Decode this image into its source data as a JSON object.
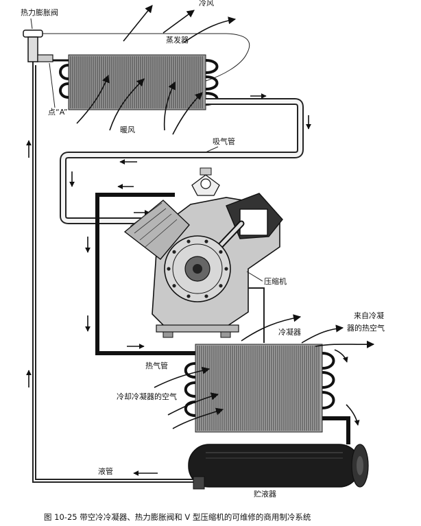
{
  "labels": {
    "expansion_valve": "热力膨胀阀",
    "cold_air": "冷风",
    "evaporator": "蒸发器",
    "point_a": "点“A”",
    "warm_air": "暖风",
    "suction_line": "吸气管",
    "compressor": "压缩机",
    "condenser": "冷凝器",
    "hot_air_line1": "来自冷凝",
    "hot_air_line2": "器的热空气",
    "hot_gas_line": "热气管",
    "cooling_air": "冷却冷凝器的空气",
    "liquid_line": "液管",
    "receiver": "贮液器"
  },
  "caption": "图 10-25   带空冷冷凝器、热力膨胀阀和 V 型压缩机的可维修的商用制冷系统"
}
